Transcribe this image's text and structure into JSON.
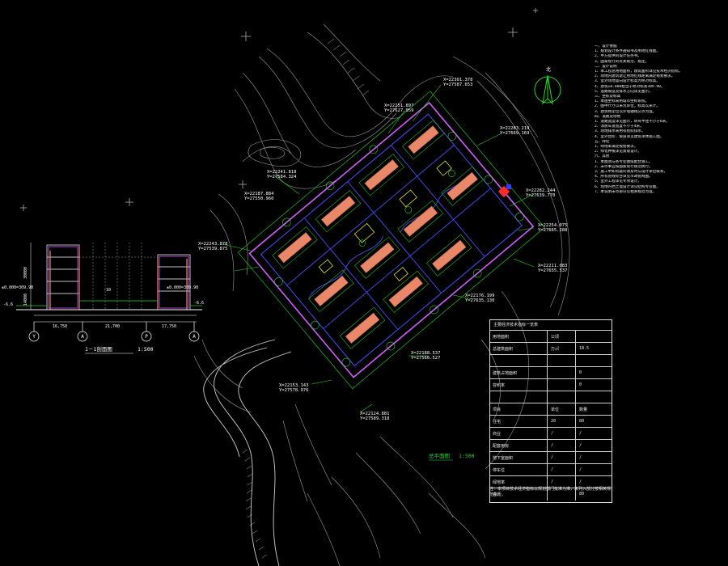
{
  "drawing": {
    "section_title": "1－1剖面图",
    "section_scale": "1:500",
    "plan_title": "总平面图",
    "plan_scale": "1:500",
    "north_label": "北"
  },
  "section": {
    "height_label": "30000",
    "height_label2": "14000",
    "ground_level_left": "±0.000=309.90",
    "ground_level_right": "±0.000=309.90",
    "left_level": "-6.6",
    "right_level": "-6.6",
    "dim_left": "16,750",
    "dim_mid": "21,700",
    "dim_right": "17,750",
    "axis_labels": [
      "Y",
      "A",
      "P",
      "A"
    ],
    "center_label": "-10"
  },
  "coords": [
    {
      "x": "X=22301.378",
      "y": "Y=27587.653"
    },
    {
      "x": "X=22251.897",
      "y": "Y=27627.059"
    },
    {
      "x": "X=22283.219",
      "y": "Y=27669.169"
    },
    {
      "x": "X=22282.244",
      "y": "Y=27639.770"
    },
    {
      "x": "X=22241.818",
      "y": "Y=27584.324"
    },
    {
      "x": "X=22187.884",
      "y": "Y=27550.960"
    },
    {
      "x": "X=22243.878",
      "y": "Y=27539.875"
    },
    {
      "x": "X=22254.075",
      "y": "Y=27665.288"
    },
    {
      "x": "X=22211.083",
      "y": "Y=27655.537"
    },
    {
      "x": "X=22176.199",
      "y": "Y=27635.130"
    },
    {
      "x": "X=22188.537",
      "y": "Y=27566.527"
    },
    {
      "x": "X=22153.143",
      "y": "Y=27578.976"
    },
    {
      "x": "X=22124.881",
      "y": "Y=27589.318"
    }
  ],
  "notes": [
    "一、设计依据",
    "1、规划设计条件通知书及用地红线图。",
    "2、甲方提供的设计任务书。",
    "3、国家现行的有关规范、规定。",
    "二、设计说明",
    "1、本工程总用地面积，建筑面积详见技术经济指标。",
    "2、场地内建筑退让用地红线距离满足规划要求。",
    "3、室外场地竖向设计标高为绝对标高。",
    "4、建筑±0.000相当于绝对标高309.90。",
    "5、道路坡度及排水方向详见图示。",
    "三、坐标及标高",
    "1、本图坐标采用城市坐标系统。",
    "2、图中尺寸以米为单位，标高以米计。",
    "3、建筑物定位以外墙轴线交点为准。",
    "四、道路及场地",
    "1、道路宽度详见图示，转弯半径不小于6米。",
    "2、消防车道宽度不小于4米。",
    "3、场地排水采用有组织排水。",
    "4、室外台阶、坡道详见建筑单体施工图。",
    "五、绿化",
    "1、绿地率满足规划要求。",
    "2、绿化种植详见景观设计。",
    "六、其他",
    "1、本图须与各专业图纸配合施工。",
    "2、未尽事宜按国家现行规范执行。",
    "3、施工中如有疑问请及时与设计单位联系。",
    "4、所有管线综合详见市政管网图。",
    "5、室外工程详见专项设计。",
    "6、场地内挡土墙设计详见结构专业图。",
    "7、本说明未尽部分以相关规范为准。"
  ],
  "table": {
    "title": "主要经济技术指标一览表",
    "rows": [
      [
        "用地面积",
        "公顷",
        ""
      ],
      [
        "总建筑面积",
        "万㎡",
        "18.5"
      ],
      [
        "",
        "",
        ""
      ],
      [
        "建筑占地面积",
        "",
        "0"
      ],
      [
        "容积率",
        "",
        "0"
      ],
      [
        "",
        "",
        ""
      ],
      [
        "项目",
        "单位",
        "数量"
      ],
      [
        "住宅",
        "20",
        "80"
      ],
      [
        "商业",
        "/",
        "/"
      ],
      [
        "配套用房",
        "/",
        "/"
      ],
      [
        "地下室面积",
        "/",
        "/"
      ],
      [
        "停车位",
        "/",
        "/"
      ],
      [
        "绿地率",
        "/",
        "/"
      ],
      [
        "合计",
        "",
        "80"
      ]
    ],
    "note": "注：本项目技术经济指标以规划部门批准为准，未列入部分按相关规范执行。"
  },
  "colors": {
    "background": "#000000",
    "contour": "#bfbfbf",
    "green": "#22dd22",
    "blue": "#4a4aff",
    "magenta": "#d65cff",
    "salmon": "#e88868",
    "yellow": "#ffff33",
    "white": "#ffffff"
  }
}
